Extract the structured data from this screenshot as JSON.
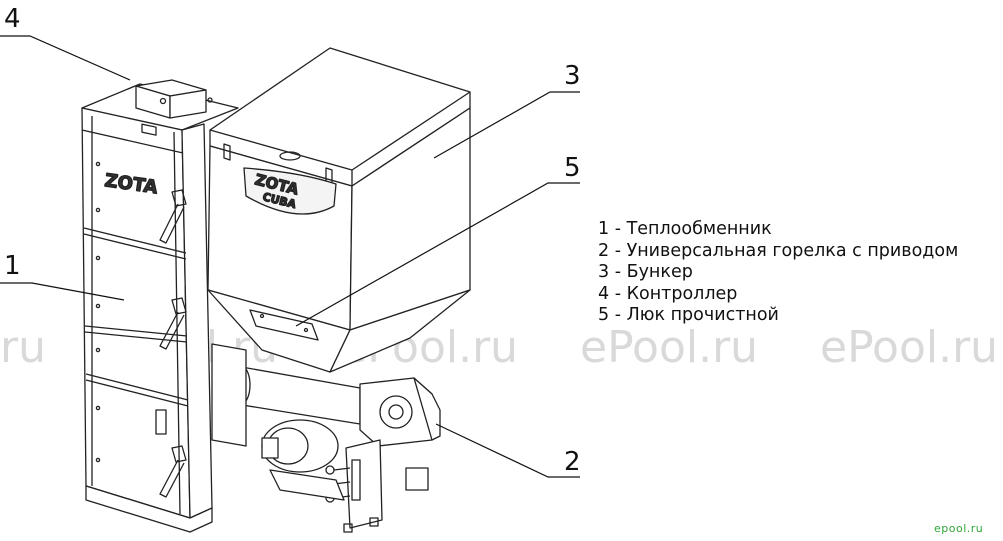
{
  "legend": [
    {
      "num": "1",
      "text": "1 - Теплообменник"
    },
    {
      "num": "2",
      "text": "2 - Универсальная горелка с приводом"
    },
    {
      "num": "3",
      "text": "3 - Бункер"
    },
    {
      "num": "4",
      "text": "4 - Контроллер"
    },
    {
      "num": "5",
      "text": "5 - Люк прочистной"
    }
  ],
  "callouts": [
    "1",
    "2",
    "3",
    "4",
    "5"
  ],
  "watermark": "ePool.ru",
  "watermark_partial": "ru",
  "boiler_logo": "ZOTA",
  "hopper_logo": "ZOTA",
  "hopper_model": "CUBA",
  "corner_logo": "epool.ru",
  "colors": {
    "line": "#222222",
    "watermark": "#d9d9d9",
    "corner_logo": "#2fa53a"
  }
}
